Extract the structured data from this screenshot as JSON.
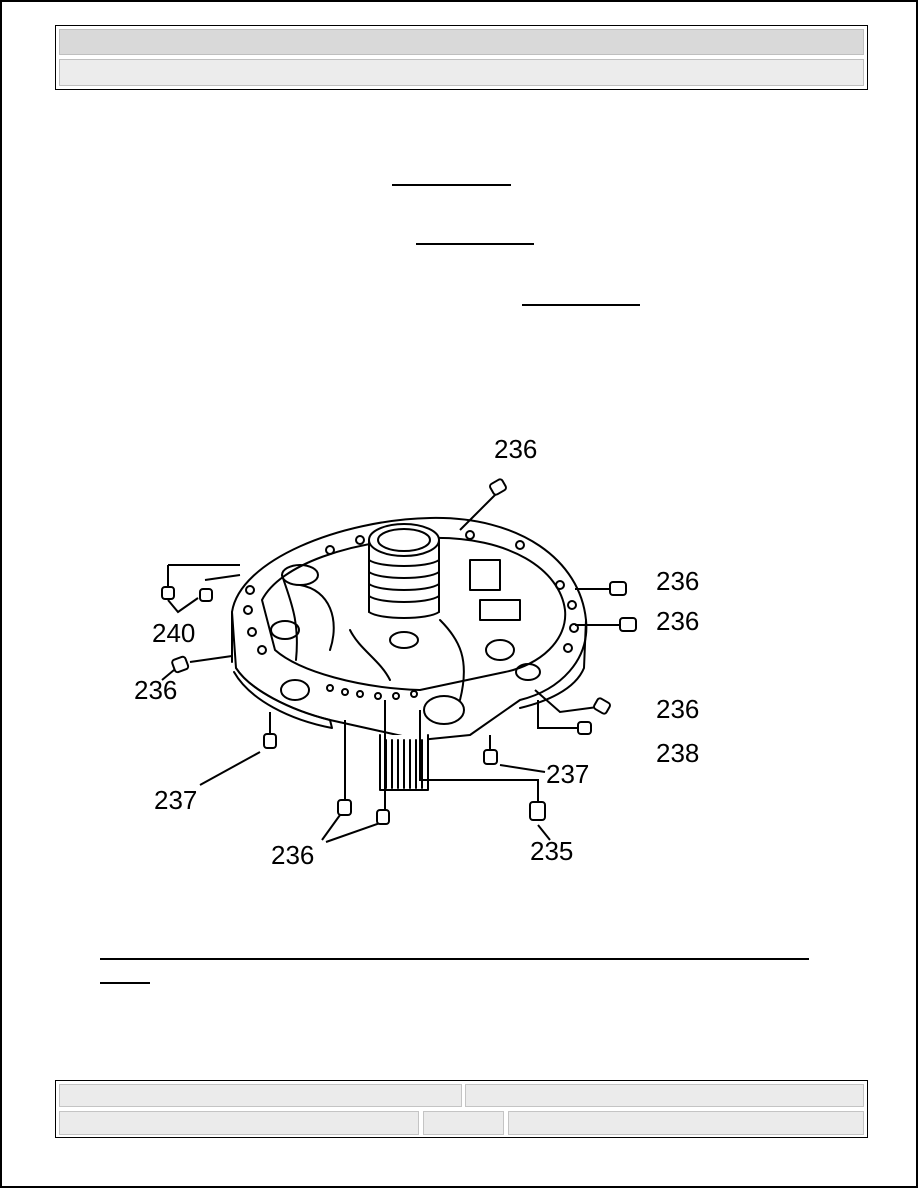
{
  "header": {
    "row1_text": "",
    "row2_text": ""
  },
  "figure": {
    "callouts": [
      "236",
      "236",
      "236",
      "240",
      "236",
      "236",
      "238",
      "237",
      "237",
      "236",
      "235"
    ]
  },
  "footer": {
    "cells": [
      "",
      "",
      "",
      "",
      ""
    ]
  }
}
